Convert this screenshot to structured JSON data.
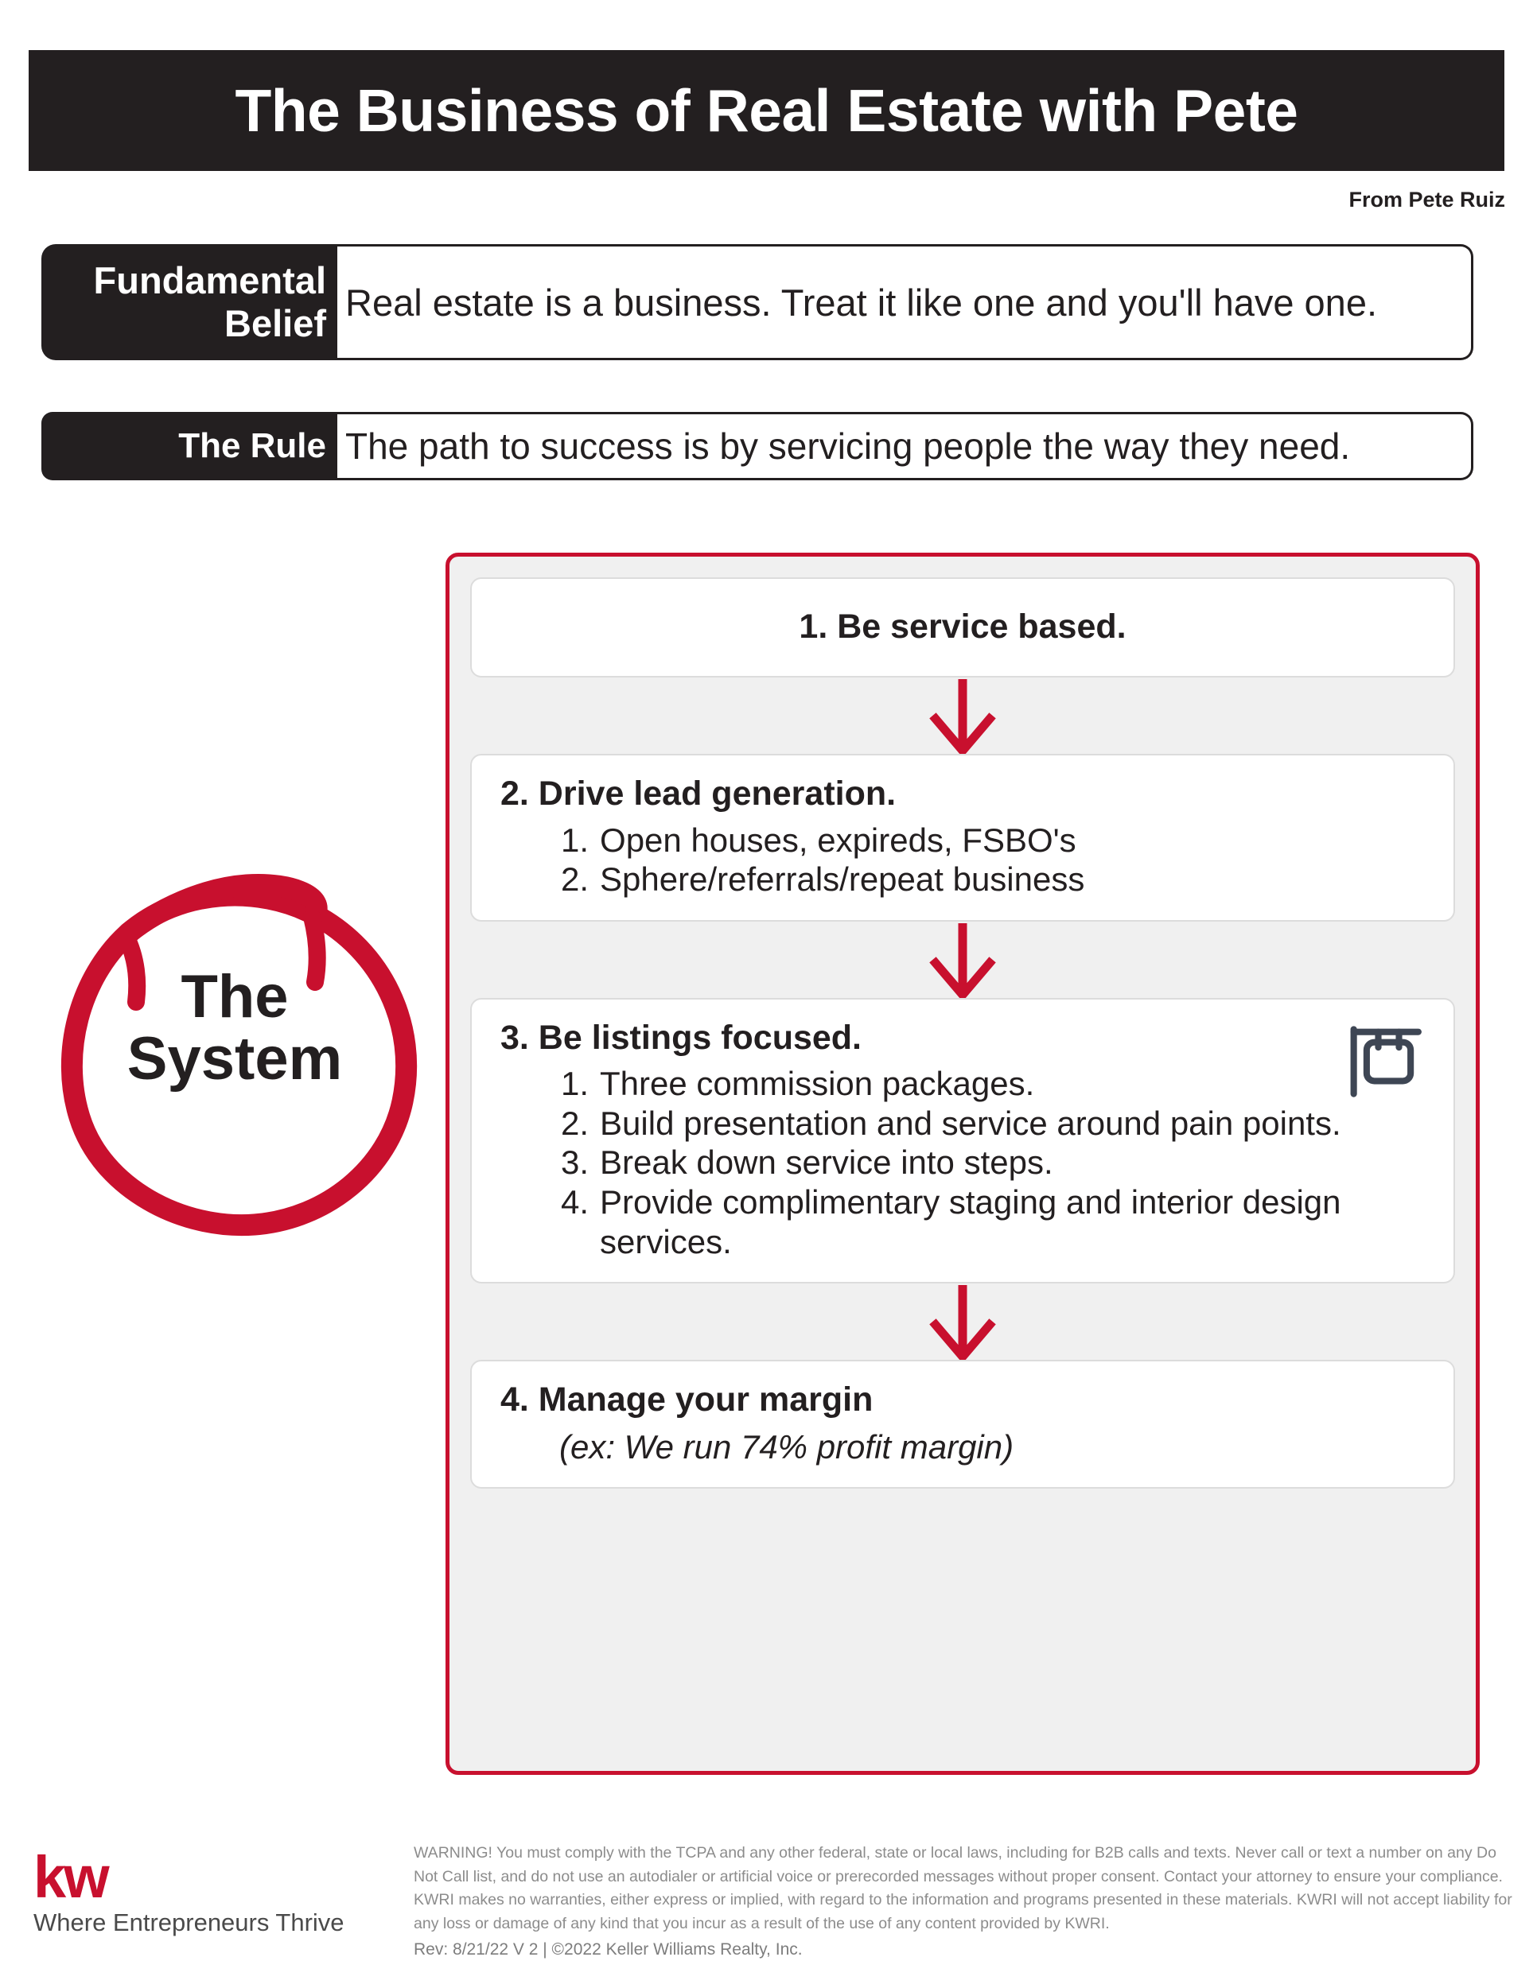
{
  "header": {
    "title": "The Business of Real Estate with Pete",
    "byline": "From Pete Ruiz"
  },
  "statements": [
    {
      "label_line1": "Fundamental",
      "label_line2": "Belief",
      "text": "Real estate is a business. Treat it like one and you'll have one."
    },
    {
      "label_line1": "The Rule",
      "label_line2": "",
      "text": "The path to success is by servicing people the way they need."
    }
  ],
  "system_badge": {
    "line1": "The",
    "line2": "System",
    "circle_color": "#c8102e"
  },
  "system": {
    "panel_border_color": "#c8102e",
    "steps": [
      {
        "title": "1. Be service based.",
        "centered": true,
        "items": [],
        "note": "",
        "icon": ""
      },
      {
        "title": "2. Drive lead generation.",
        "centered": false,
        "items": [
          {
            "num": "1.",
            "text": "Open houses, expireds, FSBO's"
          },
          {
            "num": "2.",
            "text": "Sphere/referrals/repeat business"
          }
        ],
        "note": "",
        "icon": ""
      },
      {
        "title": "3. Be listings focused.",
        "centered": false,
        "items": [
          {
            "num": "1.",
            "text": "Three commission packages."
          },
          {
            "num": "2.",
            "text": "Build presentation and service around pain points."
          },
          {
            "num": "3.",
            "text": "Break down service into steps."
          },
          {
            "num": "4.",
            "text": "Provide complimentary staging and interior design services."
          }
        ],
        "note": "",
        "icon": "realty-sign-icon"
      },
      {
        "title": "4. Manage your margin",
        "centered": false,
        "items": [],
        "note": "(ex: We run 74% profit margin)",
        "icon": ""
      }
    ]
  },
  "footer": {
    "logo_mark": "kw",
    "logo_tagline": "Where Entrepreneurs Thrive",
    "logo_color": "#c8102e",
    "disclaimer": "WARNING! You must comply with the TCPA and any other federal, state or local laws, including for B2B calls and texts. Never call or text a number on any Do Not Call list, and do not use an autodialer or artificial voice or prerecorded messages without proper consent. Contact your attorney to ensure your compliance. KWRI makes no warranties, either express or implied, with regard to the information and programs presented in these materials. KWRI will not accept liability for any loss or damage of any kind that you incur as a result of the use of any content provided by KWRI.",
    "revision": "Rev: 8/21/22 V 2  | ©2022 Keller Williams Realty, Inc."
  }
}
